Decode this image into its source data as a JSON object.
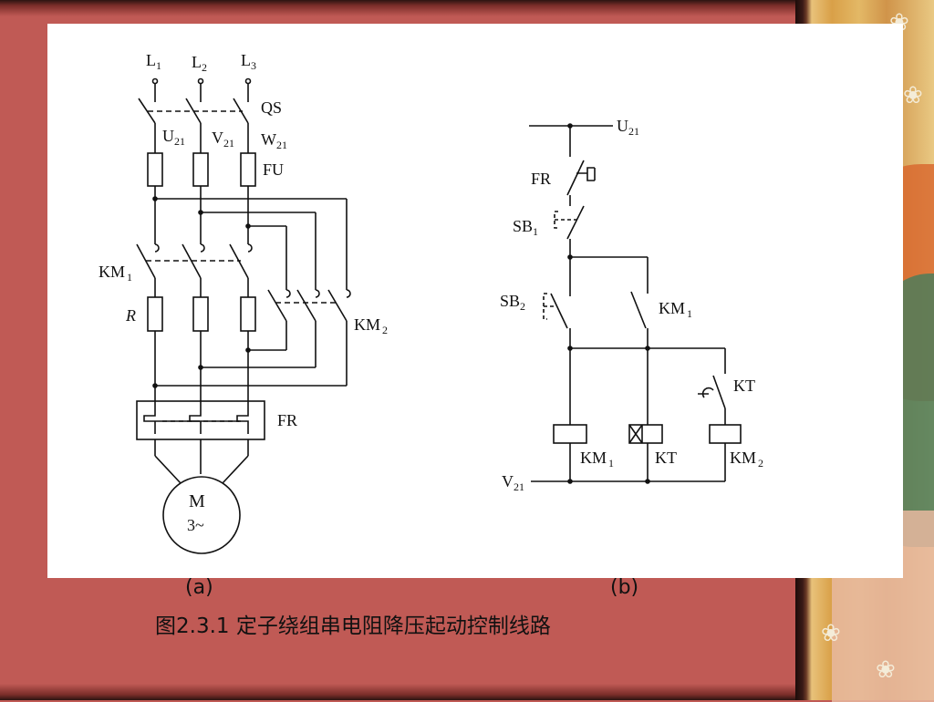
{
  "colors": {
    "slide_background": "#c05a55",
    "panel": "#ffffff",
    "ink": "#111111"
  },
  "decorations": {
    "right_band": "floral-pattern-border",
    "flower_glyph": "❀"
  },
  "circuit_a": {
    "phase_L": "L",
    "phase_sub1": "1",
    "phase_sub2": "2",
    "phase_sub3": "3",
    "qs": "QS",
    "u": "U",
    "v": "V",
    "w": "W",
    "sub21": "21",
    "fu": "FU",
    "km": "KM",
    "km1_sub": "1",
    "km2_sub": "2",
    "r": "R",
    "fr": "FR",
    "motor_m": "M",
    "motor_phase": "3~"
  },
  "circuit_b": {
    "u21": "U",
    "v21": "V",
    "sub21": "21",
    "fr": "FR",
    "sb": "SB",
    "sb1_sub": "1",
    "sb2_sub": "2",
    "km": "KM",
    "km1_sub": "1",
    "km2_sub": "2",
    "kt": "KT"
  },
  "labels": {
    "a": "(a)",
    "b": "(b)"
  },
  "caption": "图2.3.1 定子绕组串电阻降压起动控制线路"
}
